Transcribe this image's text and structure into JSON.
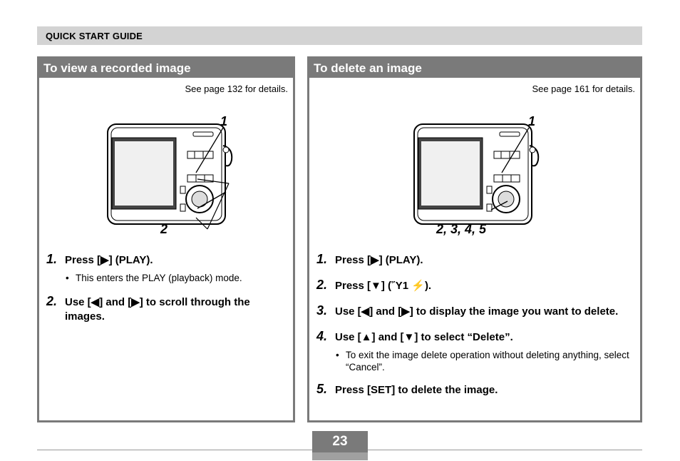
{
  "header": {
    "title": "QUICK START GUIDE"
  },
  "left": {
    "title": "To view a recorded image",
    "see_page": "See page 132 for details.",
    "callout_top": "1",
    "callout_bottom": "2",
    "steps": [
      {
        "num": "1.",
        "text": "Press [▶] (PLAY).",
        "bullets": [
          "This enters the PLAY (playback) mode."
        ]
      },
      {
        "num": "2.",
        "text": "Use [◀] and [▶] to scroll through the images.",
        "bullets": []
      }
    ]
  },
  "right": {
    "title": "To delete an image",
    "see_page": "See page 161 for details.",
    "callout_top": "1",
    "callout_bottom": "2, 3, 4, 5",
    "steps": [
      {
        "num": "1.",
        "text": "Press [▶] (PLAY).",
        "bullets": []
      },
      {
        "num": "2.",
        "text": "Press [▼] (Ὕ1 ⚡).",
        "bullets": []
      },
      {
        "num": "3.",
        "text": "Use [◀] and [▶] to display the image you want to delete.",
        "bullets": []
      },
      {
        "num": "4.",
        "text": "Use [▲] and [▼] to select “Delete”.",
        "bullets": [
          "To exit the image delete operation without deleting anything, select “Cancel”."
        ]
      },
      {
        "num": "5.",
        "text": "Press [SET] to delete the image.",
        "bullets": []
      }
    ]
  },
  "footer": {
    "page_number": "23"
  }
}
